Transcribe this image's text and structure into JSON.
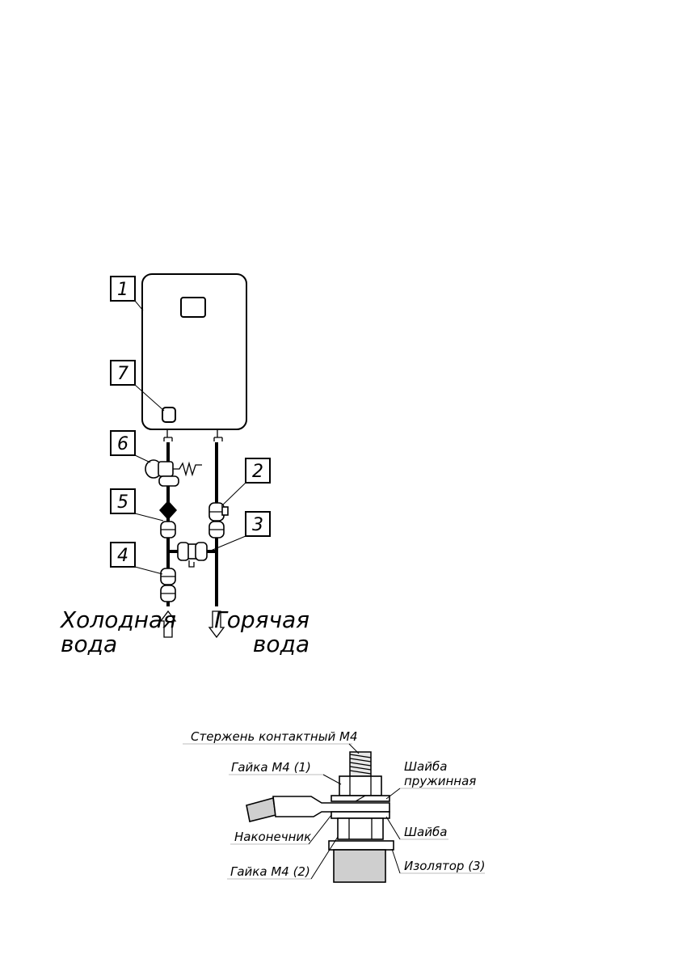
{
  "scheme": {
    "callouts": [
      "1",
      "2",
      "3",
      "4",
      "5",
      "6",
      "7"
    ],
    "cold_water": {
      "line1": "Холодная",
      "line2": "вода"
    },
    "hot_water": {
      "line1": "Горячая",
      "line2": "вода"
    }
  },
  "terminal": {
    "rod": "Стержень контактный М4",
    "nut1": "Гайка М4 (1)",
    "spring_washer_line1": "Шайба",
    "spring_washer_line2": "пружинная",
    "lug": "Наконечник",
    "washer": "Шайба",
    "nut2": "Гайка М4 (2)",
    "insulator": "Изолятор (3)"
  }
}
